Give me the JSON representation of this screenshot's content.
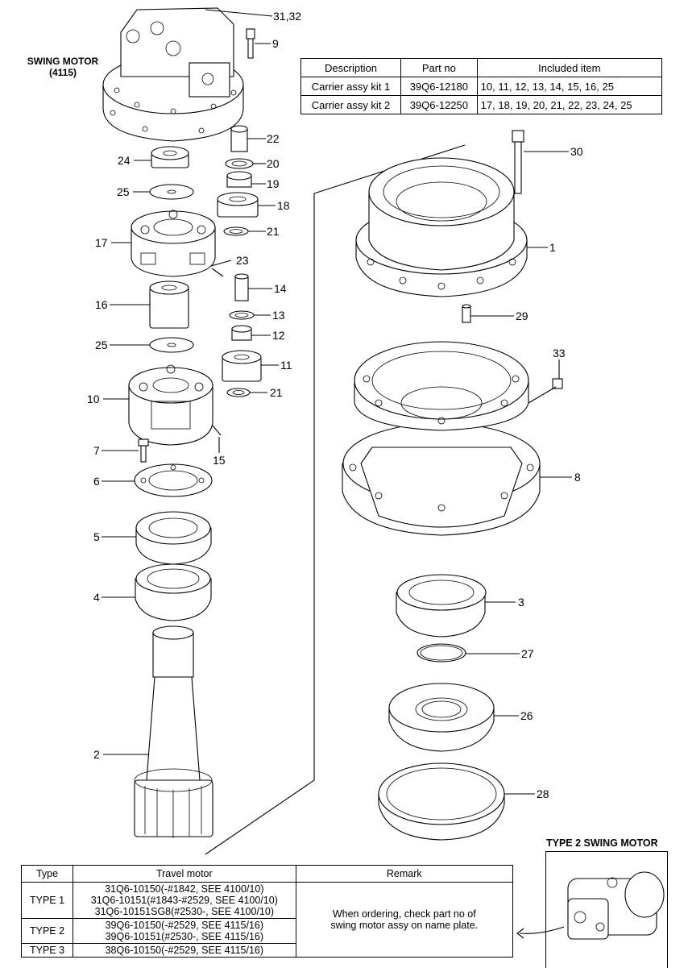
{
  "diagram": {
    "caption": "SWING MOTOR",
    "caption_ref": "(4115)",
    "callouts": [
      "31,32",
      "9",
      "22",
      "20",
      "24",
      "19",
      "25",
      "18",
      "21",
      "17",
      "23",
      "14",
      "16",
      "13",
      "12",
      "25",
      "11",
      "10",
      "21",
      "15",
      "7",
      "6",
      "5",
      "4",
      "2",
      "30",
      "1",
      "29",
      "33",
      "8",
      "3",
      "27",
      "26",
      "28"
    ]
  },
  "kit_table": {
    "headers": [
      "Description",
      "Part no",
      "Included item"
    ],
    "rows": [
      [
        "Carrier assy kit 1",
        "39Q6-12180",
        "10, 11, 12, 13, 14, 15, 16, 25"
      ],
      [
        "Carrier assy kit 2",
        "39Q6-12250",
        "17, 18, 19, 20, 21, 22, 23, 24, 25"
      ]
    ]
  },
  "type_table": {
    "headers": [
      "Type",
      "Travel motor",
      "Remark"
    ],
    "rows": [
      {
        "type": "TYPE 1",
        "motors": [
          "31Q6-10150(-#1842, SEE 4100/10)",
          "31Q6-10151(#1843-#2529, SEE 4100/10)",
          "31Q6-10151SG8(#2530-, SEE 4100/10)"
        ]
      },
      {
        "type": "TYPE 2",
        "motors": [
          "39Q6-10150(-#2529, SEE 4115/16)",
          "39Q6-10151(#2530-, SEE 4115/16)"
        ]
      },
      {
        "type": "TYPE 3",
        "motors": [
          "38Q6-10150(-#2529, SEE 4115/16)"
        ]
      }
    ],
    "remark_lines": [
      "When ordering, check part no of",
      "swing motor assy on name plate."
    ]
  },
  "inset": {
    "title": "TYPE 2 SWING MOTOR"
  }
}
